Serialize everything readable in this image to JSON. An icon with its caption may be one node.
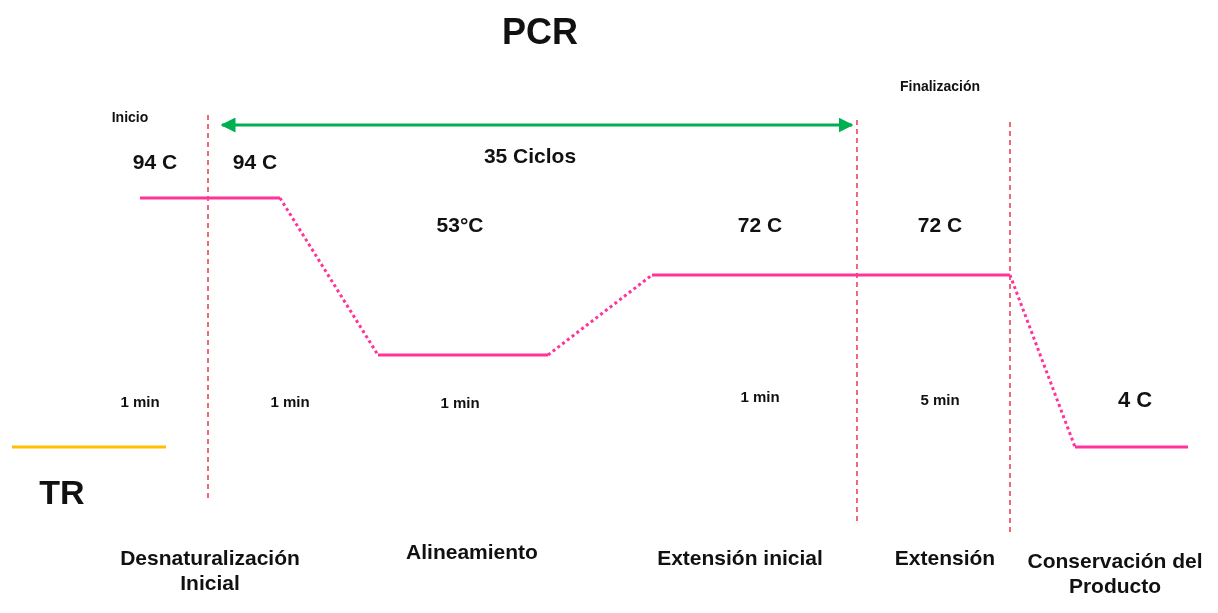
{
  "diagram": {
    "title": "PCR",
    "labels": [
      "Finalización",
      "Inicio",
      "94 C",
      "94 C",
      "35 Ciclos",
      "53°C",
      "72 C",
      "72 C",
      "1 min",
      "1 min",
      "1 min",
      "1 min",
      "5 min",
      "4 C",
      "TR",
      "Desnaturalización Inicial",
      "Alineamiento",
      "Extensión inicial",
      "Extensión",
      "Conservación del Producto"
    ]
  }
}
